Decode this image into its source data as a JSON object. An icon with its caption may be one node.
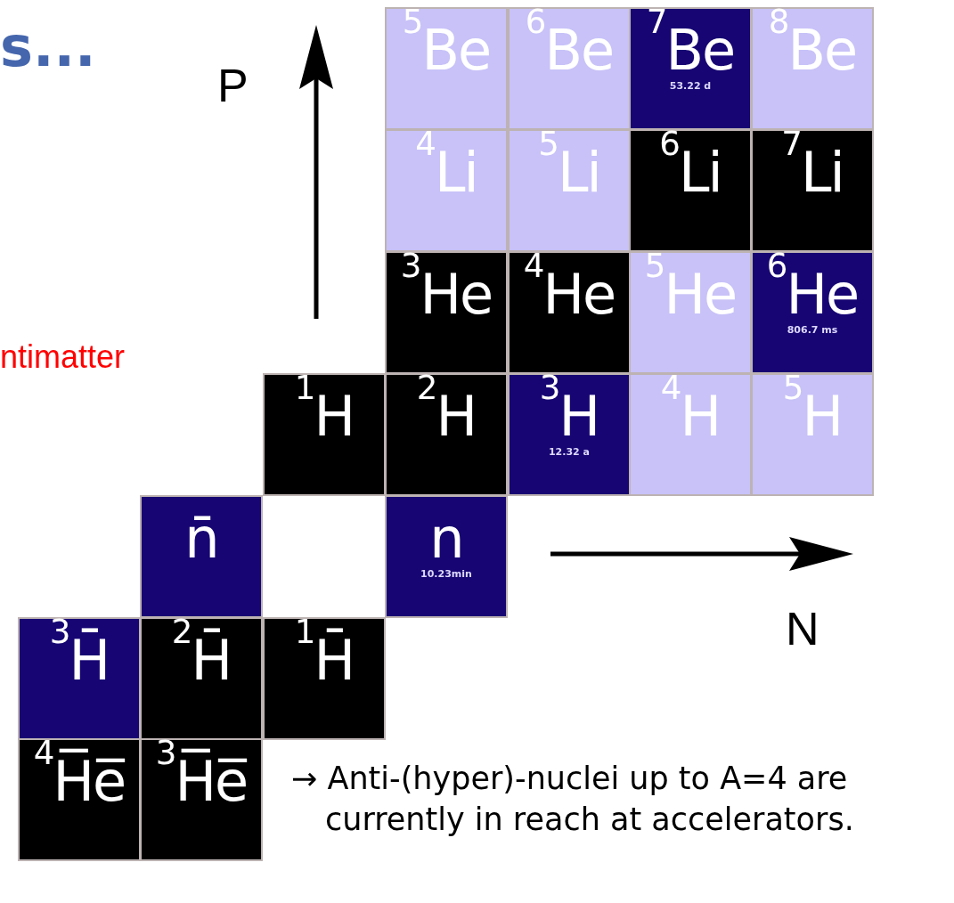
{
  "diagram": {
    "title": "s...",
    "nodes": [
      {
        "text": [
          "$^{5}$Be"
        ]
      },
      {
        "text": [
          "$^{6}$Be"
        ]
      },
      {
        "text": [
          "$^{7}$Be",
          "53.22 d"
        ]
      },
      {
        "text": [
          "$^{8}$Be"
        ]
      },
      {
        "text": [
          "$^{4}$Li"
        ]
      },
      {
        "text": [
          "$^{5}$Li"
        ]
      },
      {
        "text": [
          "$^{6}$Li"
        ]
      },
      {
        "text": [
          "$^{7}$Li"
        ]
      },
      {
        "text": [
          "$^{3}$He"
        ]
      },
      {
        "text": [
          "$^{4}$He"
        ]
      },
      {
        "text": [
          "$^{5}$He"
        ]
      },
      {
        "text": [
          "$^{6}$He",
          "806.7 ms"
        ]
      },
      {
        "text": [
          "$^{1}$H"
        ]
      },
      {
        "text": [
          "$^{2}$H"
        ]
      },
      {
        "text": [
          "$^{3}$H",
          "12.32 a"
        ]
      },
      {
        "text": [
          "$^{4}$H"
        ]
      },
      {
        "text": [
          "$^{5}$H"
        ]
      },
      {
        "text": [
          "n̄"
        ]
      },
      {
        "text": [
          "n",
          "10.23min"
        ]
      },
      {
        "text": [
          "$^{3}$H̄"
        ]
      },
      {
        "text": [
          "$^{2}$H̄"
        ]
      },
      {
        "text": [
          "$^{1}$H̄"
        ]
      },
      {
        "text": [
          "$^{4}$H̅e̅"
        ]
      },
      {
        "text": [
          "$^{3}$H̅e̅"
        ]
      }
    ],
    "labels": [
      "ntimatter",
      "P",
      "N",
      "→ Anti-(hyper)-nuclei up to A=4 are currently in reach at accelerators."
    ]
  }
}
